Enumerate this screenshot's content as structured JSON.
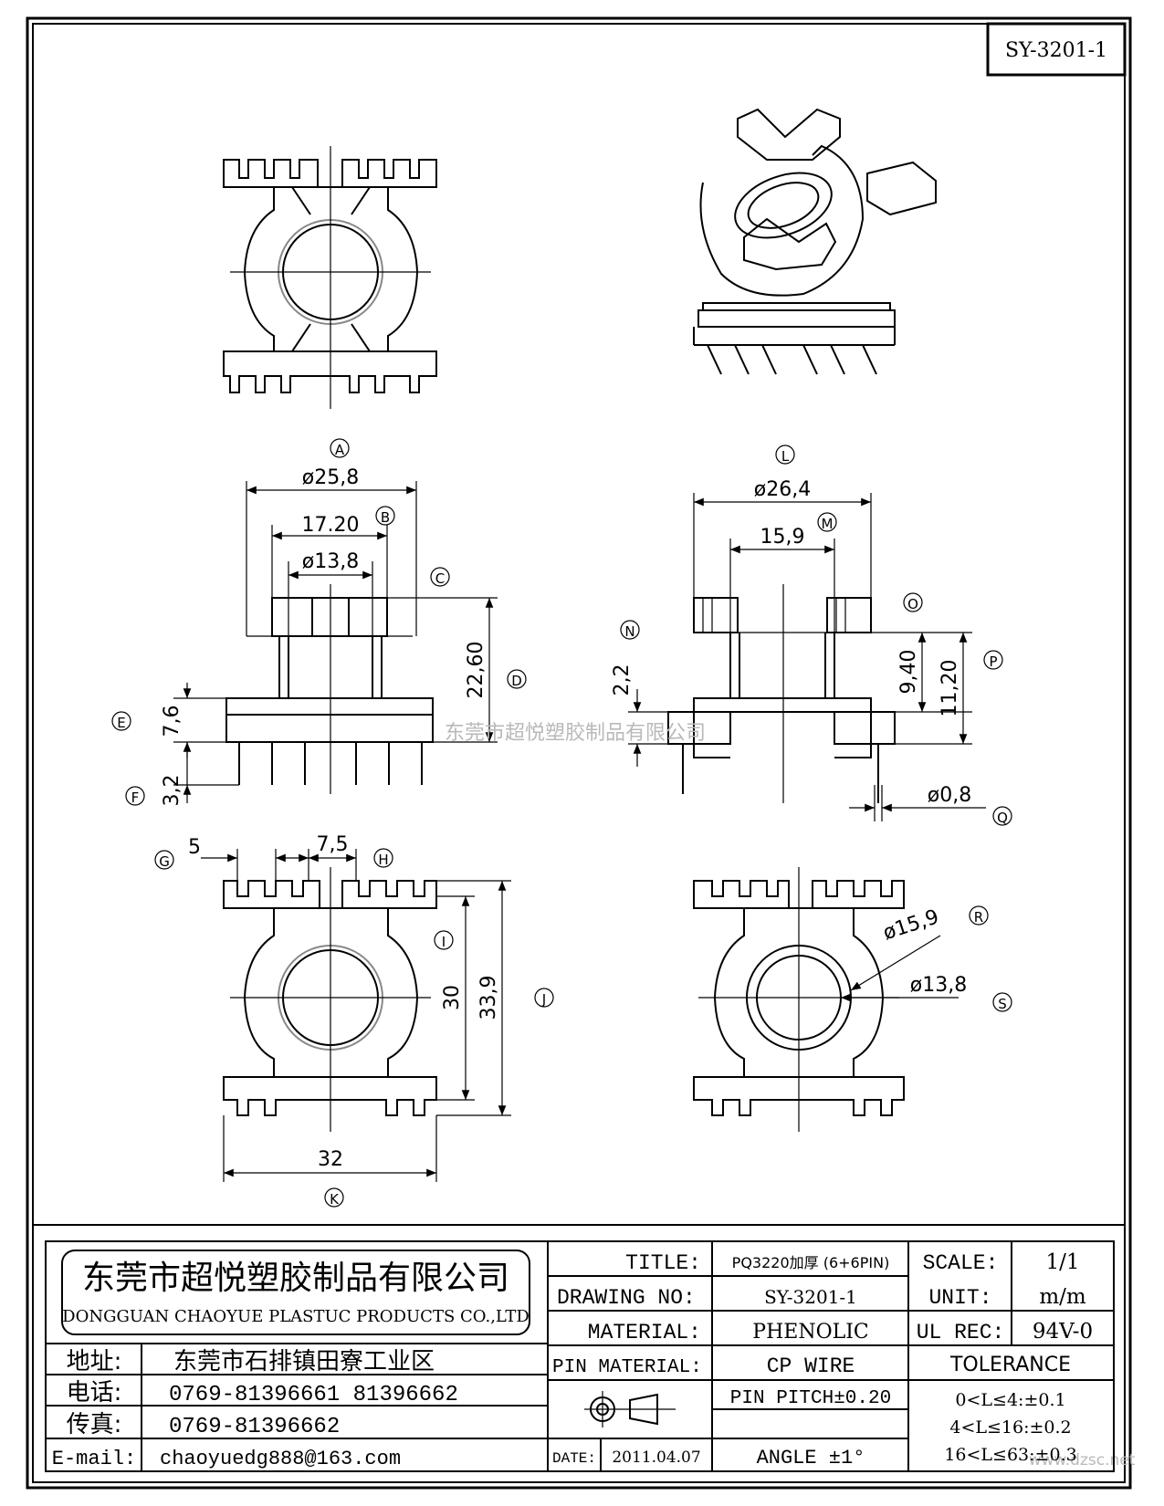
{
  "drawing_id": "SY-3201-1",
  "top_view": {},
  "front_view": {
    "dims": {
      "A": "ø25,8",
      "B": "17.20",
      "C": "ø13,8",
      "D": "22,60",
      "E": "7,6",
      "F": "3,2"
    },
    "labels": {
      "A": "A",
      "B": "B",
      "C": "C",
      "D": "D",
      "E": "E",
      "F": "F"
    }
  },
  "side_view": {
    "dims": {
      "L": "ø26,4",
      "M": "15,9",
      "N": "2,2",
      "P1": "9,40",
      "P2": "11,20",
      "Q": "ø0,8"
    },
    "labels": {
      "L": "L",
      "M": "M",
      "N": "N",
      "O": "O",
      "P": "P",
      "Q": "Q"
    }
  },
  "bottom_view": {
    "dims": {
      "G": "5",
      "H": "7,5",
      "I": "30",
      "J": "33,9",
      "K": "32"
    },
    "labels": {
      "G": "G",
      "H": "H",
      "I": "I",
      "J": "J",
      "K": "K"
    }
  },
  "bottom_view_2": {
    "dims": {
      "R": "ø15,9",
      "S": "ø13,8"
    },
    "labels": {
      "R": "R",
      "S": "S"
    }
  },
  "watermark": "东莞市超悦塑胶制品有限公司",
  "watermark_2": "www.dzsc.net",
  "title_block": {
    "company_cn": "东莞市超悦塑胶制品有限公司",
    "company_en": "DONGGUAN CHAOYUE PLASTUC PRODUCTS CO.,LTD",
    "address_label": "地址:",
    "address": "东莞市石排镇田寮工业区",
    "phone_label": "电话:",
    "phone": "0769-81396661   81396662",
    "fax_label": "传真:",
    "fax": "0769-81396662",
    "email_label": "E-mail:",
    "email": "chaoyuedg888@163.com",
    "title_label": "TITLE:",
    "title": "PQ3220加厚 (6+6PIN)",
    "drawing_no_label": "DRAWING NO:",
    "drawing_no": "SY-3201-1",
    "material_label": "MATERIAL:",
    "material": "PHENOLIC",
    "pin_material_label": "PIN MATERIAL:",
    "pin_material": "CP WIRE",
    "pin_pitch": "PIN PITCH±0.20",
    "angle": "ANGLE  ±1°",
    "date_label": "DATE:",
    "date": "2011.04.07",
    "scale_label": "SCALE:",
    "scale": "1/1",
    "unit_label": "UNIT:",
    "unit": "m/m",
    "ul_rec_label": "UL REC:",
    "ul_rec": "94V-0",
    "tolerance_label": "TOLERANCE",
    "tolerance_lines": [
      "0<L≤4:±0.1",
      "4<L≤16:±0.2",
      "16<L≤63:±0.3"
    ]
  }
}
